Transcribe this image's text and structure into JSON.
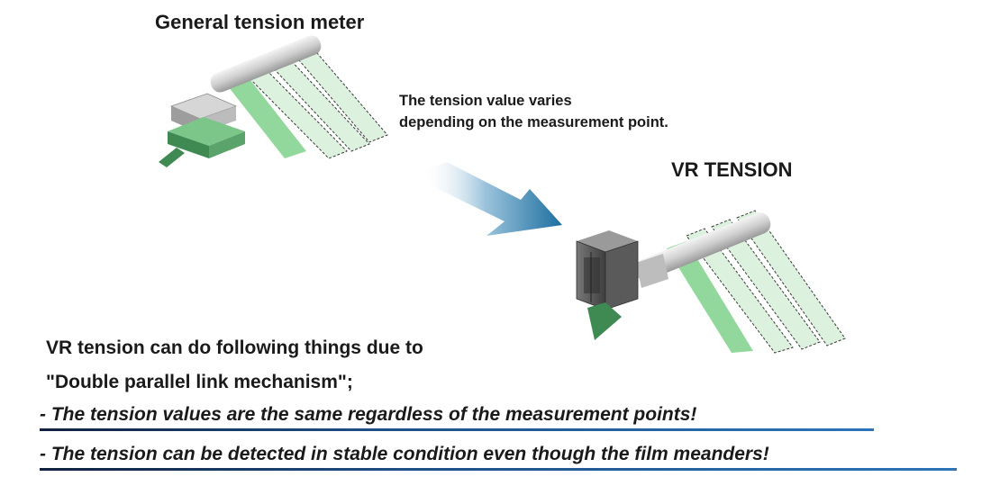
{
  "labels": {
    "general": "General tension meter",
    "vr": "VR TENSION",
    "note_line1": "The tension value varies",
    "note_line2": "depending on the measurement point."
  },
  "summary": {
    "line1": "VR tension can do following things due to",
    "line2": "\"Double parallel link mechanism\";"
  },
  "bullets": [
    "- The tension values are the same regardless of the measurement points!",
    "- The tension can be detected in stable condition even though the film meanders!"
  ],
  "colors": {
    "film_green": "#7fd08a",
    "sensor_green": "#5aa36a",
    "arrow_blue": "#1d6fa0",
    "underline_blue": "#1e4f86"
  },
  "icons": {
    "arrow": "gradient-arrow-icon",
    "general_sensor": "general-tension-meter-icon",
    "vr_sensor": "vr-tension-sensor-icon"
  }
}
